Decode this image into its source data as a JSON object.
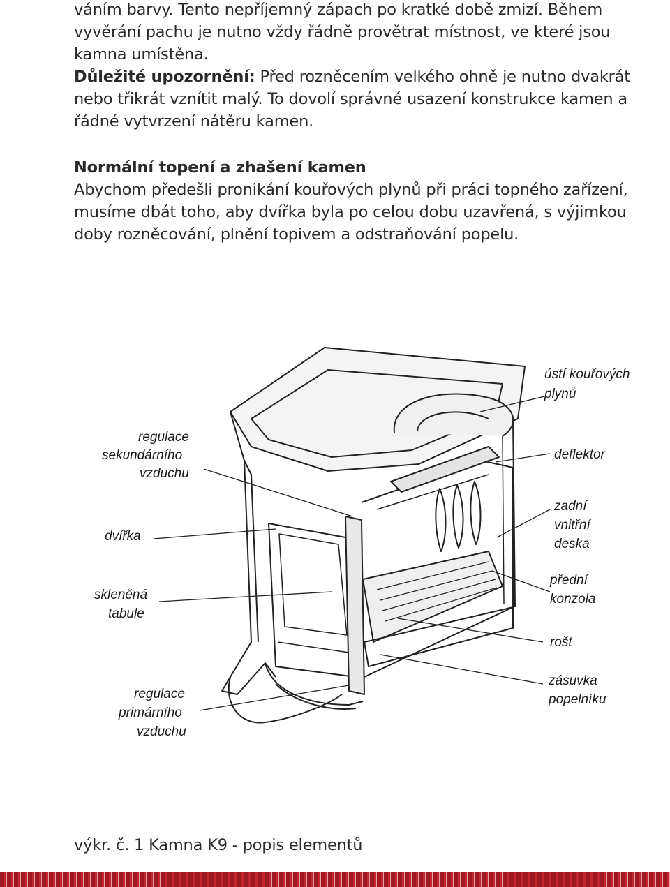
{
  "intro": {
    "line1": "váním barvy. Tento nepříjemný zápach po kratké době zmizí. Během vyvěrání pachu je nutno vždy řádně provětrat místnost, ve které jsou kamna umístěna.",
    "warning_label": "Důležité upozornění:",
    "warning_text": " Před rozněcením  velkého ohně je nutno dvakrát nebo třikrát vznítit malý. To dovolí správné usazení konstrukce kamen a řádné vytvrzení nátěru kamen."
  },
  "section": {
    "heading": "Normální topení a zhašení kamen",
    "body": "Abychom předešli pronikání kouřových plynů při práci topného zařízení, musíme dbát toho, aby dvířka byla po celou dobu uzavřená, s výjimkou doby rozněcování, plnění topivem a odstraňování popelu."
  },
  "diagram": {
    "labels": {
      "flue_outlet": [
        "ústí kouřových",
        "plynů"
      ],
      "secondary_air": [
        "regulace",
        "sekundárního",
        "vzduchu"
      ],
      "deflector": [
        "deflektor"
      ],
      "rear_plate": [
        "zadní",
        "vnitřní",
        "deska"
      ],
      "door": [
        "dvířka"
      ],
      "glass": [
        "skleněná",
        "tabule"
      ],
      "front_console": [
        "přední",
        "konzola"
      ],
      "grate": [
        "rošt"
      ],
      "ash_drawer": [
        "zásuvka",
        "popelníku"
      ],
      "primary_air": [
        "regulace",
        "primárního",
        "vzduchu"
      ]
    }
  },
  "caption": "výkr. č. 1 Kamna K9 - popis elementů"
}
